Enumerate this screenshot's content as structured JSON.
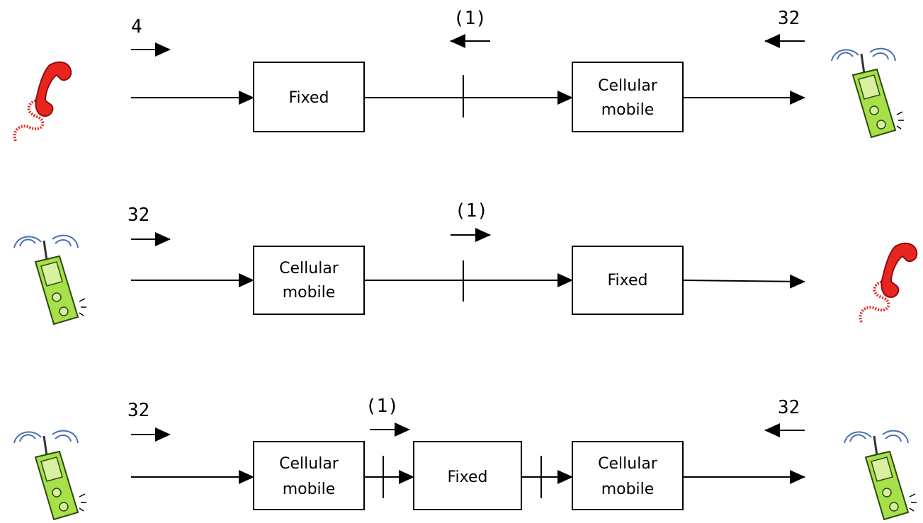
{
  "diagram": {
    "rows": [
      {
        "id": "fixed-to-mobile",
        "left_phone": "red-landline-phone-icon",
        "right_phone": "green-mobile-phone-icon",
        "left_label": "4",
        "mid_label": "(1)",
        "right_label": "32",
        "boxes": [
          {
            "lines": [
              "Fixed"
            ]
          },
          {
            "lines": [
              "Cellular",
              "mobile"
            ]
          }
        ]
      },
      {
        "id": "mobile-to-fixed",
        "left_phone": "green-mobile-phone-icon",
        "right_phone": "red-landline-phone-icon",
        "left_label": "32",
        "mid_label": "(1)",
        "boxes": [
          {
            "lines": [
              "Cellular",
              "mobile"
            ]
          },
          {
            "lines": [
              "Fixed"
            ]
          }
        ]
      },
      {
        "id": "mobile-to-mobile",
        "left_phone": "green-mobile-phone-icon",
        "right_phone": "green-mobile-phone-icon",
        "left_label": "32",
        "mid_label": "(1)",
        "right_label": "32",
        "boxes": [
          {
            "lines": [
              "Cellular",
              "mobile"
            ]
          },
          {
            "lines": [
              "Fixed"
            ]
          },
          {
            "lines": [
              "Cellular",
              "mobile"
            ]
          }
        ]
      }
    ],
    "colors": {
      "landline": "#e8251f",
      "mobile_body": "#a8e04a",
      "waves": "#4a6fb0",
      "line": "#000000"
    }
  }
}
